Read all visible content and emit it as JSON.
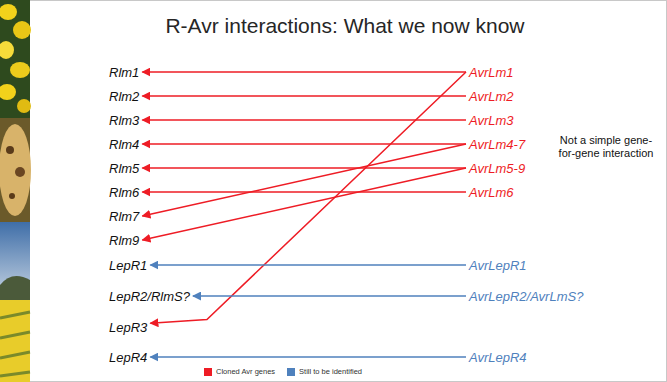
{
  "diagram": {
    "title": "R-Avr interactions: What we now know",
    "nodes": [
      {
        "text": [
          "Rlm1"
        ]
      },
      {
        "text": [
          "AvrLm1"
        ]
      },
      {
        "text": [
          "Rlm2"
        ]
      },
      {
        "text": [
          "AvrLm2"
        ]
      },
      {
        "text": [
          "Rlm3"
        ]
      },
      {
        "text": [
          "AvrLm3"
        ]
      },
      {
        "text": [
          "Rlm4"
        ]
      },
      {
        "text": [
          "AvrLm4-7"
        ]
      },
      {
        "text": [
          "Rlm5"
        ]
      },
      {
        "text": [
          "AvrLm5-9"
        ]
      },
      {
        "text": [
          "Rlm6"
        ]
      },
      {
        "text": [
          "AvrLm6"
        ]
      },
      {
        "text": [
          "Rlm7"
        ]
      },
      {
        "text": [
          "Rlm9"
        ]
      },
      {
        "text": [
          "LepR1"
        ]
      },
      {
        "text": [
          "AvrLepR1"
        ]
      },
      {
        "text": [
          "LepR2/RlmS?"
        ]
      },
      {
        "text": [
          "AvrLepR2/AvrLmS?"
        ]
      },
      {
        "text": [
          "LepR3"
        ]
      },
      {
        "text": [
          "LepR4"
        ]
      },
      {
        "text": [
          "AvrLepR4"
        ]
      }
    ],
    "edges": [
      {
        "from": 1,
        "to": 0,
        "arrow": "to"
      },
      {
        "from": 1,
        "to": 18,
        "arrow": "to"
      },
      {
        "from": 3,
        "to": 2,
        "arrow": "to"
      },
      {
        "from": 5,
        "to": 4,
        "arrow": "to"
      },
      {
        "from": 7,
        "to": 6,
        "arrow": "to"
      },
      {
        "from": 7,
        "to": 12,
        "arrow": "to"
      },
      {
        "from": 9,
        "to": 8,
        "arrow": "to"
      },
      {
        "from": 9,
        "to": 13,
        "arrow": "to"
      },
      {
        "from": 11,
        "to": 10,
        "arrow": "to"
      },
      {
        "from": 15,
        "to": 14,
        "arrow": "to"
      },
      {
        "from": 17,
        "to": 16,
        "arrow": "to"
      },
      {
        "from": 20,
        "to": 19,
        "arrow": "to"
      }
    ],
    "labels": [
      "Not a simple gene-for-gene interaction"
    ],
    "legend": [
      {
        "text": "Cloned Avr genes",
        "color": "#ee1c25"
      },
      {
        "text": "Still to be identified",
        "color": "#4f81bd"
      }
    ]
  }
}
